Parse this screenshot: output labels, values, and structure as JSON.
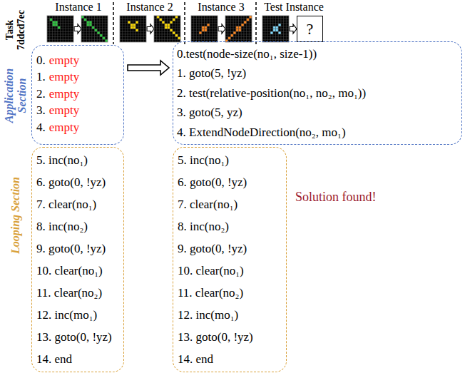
{
  "diagram": {
    "nodes": [
      {
        "text": [
          "?"
        ]
      },
      {
        "text": [
          "Application Section",
          "0.",
          "empty",
          "1.",
          "empty",
          "2.",
          "empty",
          "3.",
          "empty",
          "4.",
          "empty"
        ]
      },
      {
        "text": [
          "Looping Section",
          "5. inc(no₁)",
          "6. goto(0, !yz)",
          "7. clear(no₁)",
          "8. inc(no₂)",
          "9. goto(0, !yz)",
          "10. clear(no₁)",
          "11. clear(no₂)",
          "12. inc(mo₁)",
          "13. goto(0, !yz)",
          "14. end"
        ]
      },
      {
        "text": [
          "0.test(node-size(no₁, size-1))",
          "1. goto(5, !yz)",
          "2. test(relative-position(no₁, no₂, mo₁))",
          "3. goto(5, yz)",
          "4. ExtendNodeDirection(no₂, mo₁)"
        ]
      },
      {
        "text": [
          "5. inc(no₁)",
          "6. goto(0, !yz)",
          "7. clear(no₁)",
          "8. inc(no₂)",
          "9. goto(0, !yz)",
          "10. clear(no₁)",
          "11. clear(no₂)",
          "12. inc(mo₁)",
          "13. goto(0, !yz)",
          "14. end"
        ]
      }
    ],
    "edges": [
      {
        "from": 1,
        "to": 3,
        "arrow": "to"
      }
    ],
    "labels": [
      "Task",
      "7ddcd7ec",
      "Instance 1",
      "Instance 2",
      "Instance 3",
      "Test Instance",
      "Solution found!"
    ]
  }
}
